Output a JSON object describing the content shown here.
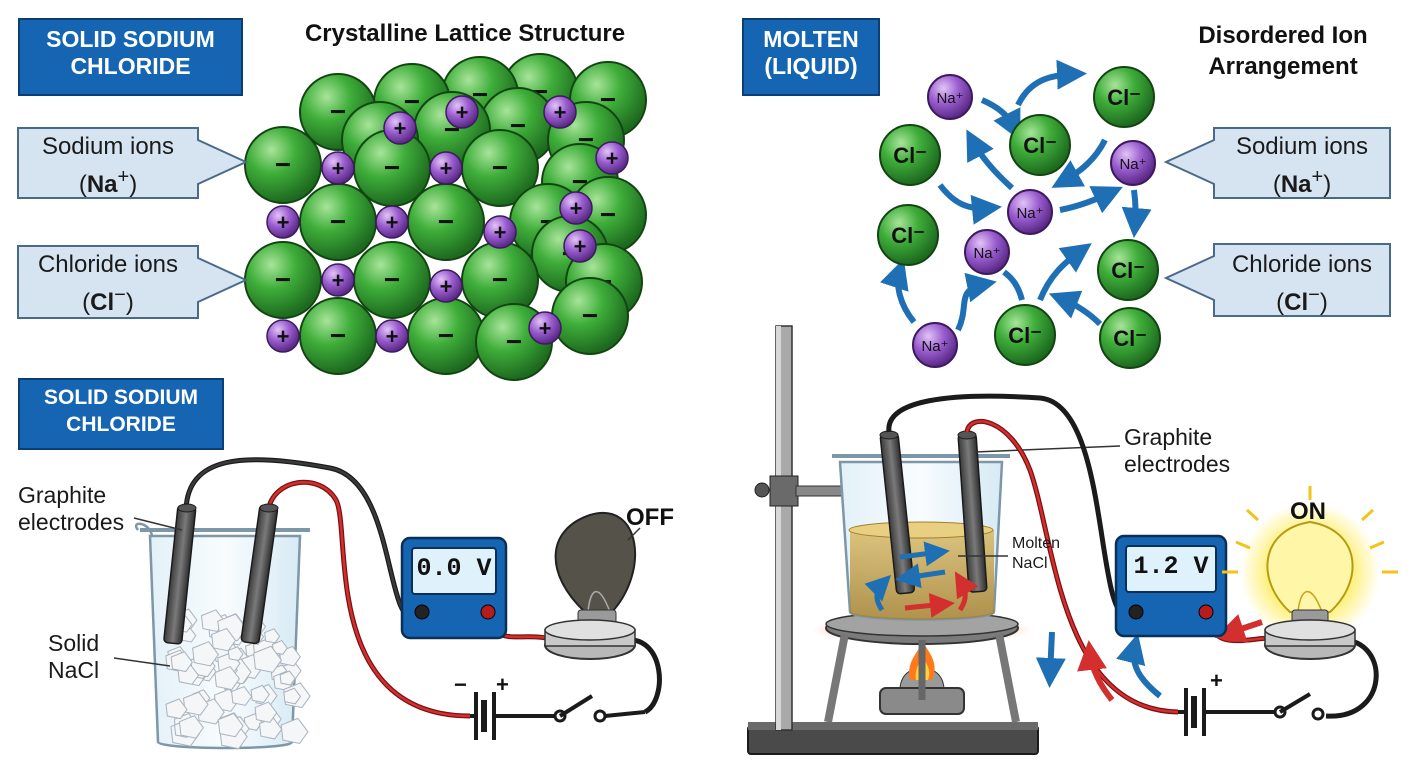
{
  "left": {
    "lattice_badge": [
      "SOLID SODIUM",
      "CHLORIDE"
    ],
    "lattice_title": "Crystalline Lattice Structure",
    "sodium_callout": {
      "label": "Sodium ions",
      "symbol": "Na",
      "charge": "+",
      "open": "(",
      "close": ")"
    },
    "chloride_callout": {
      "label": "Chloride ions",
      "symbol": "Cl",
      "charge": "−",
      "open": "(",
      "close": ")"
    },
    "cation_sign": "+",
    "anion_sign": "−",
    "circuit_badge": [
      "SOLID SODIUM",
      "CHLORIDE"
    ],
    "electrodes_label": [
      "Graphite",
      "electrodes"
    ],
    "sample_label": [
      "Solid",
      "NaCl"
    ],
    "meter_reading": "0.0 V",
    "bulb_status": "OFF",
    "battery_minus": "−",
    "battery_plus": "+"
  },
  "right": {
    "molten_badge": [
      "MOLTEN",
      "(LIQUID)"
    ],
    "molten_title": [
      "Disordered Ion",
      "Arrangement"
    ],
    "sodium_callout": {
      "label": "Sodium ions",
      "symbol": "Na",
      "charge": "+",
      "open": "(",
      "close": ")"
    },
    "chloride_callout": {
      "label": "Chloride ions",
      "symbol": "Cl",
      "charge": "−",
      "open": "(",
      "close": ")"
    },
    "na_ion": "Na⁺",
    "cl_ion": "Cl⁻",
    "electrodes_label": [
      "Graphite",
      "electrodes"
    ],
    "melt_label": [
      "Molten",
      "NaCl"
    ],
    "meter_reading": "1.2 V",
    "bulb_status": "ON",
    "battery_plus": "+"
  },
  "colors": {
    "badge": "#1565b3",
    "chloride": "#3aa53a",
    "sodium": "#8e4fc4",
    "flow_arrow": "#1f6fb5",
    "current_arrow": "#d32f2f",
    "callout_fill": "#d6e4f2"
  },
  "icons": [
    "lightbulb-icon",
    "voltmeter-icon",
    "battery-icon",
    "switch-icon",
    "burner-flame-icon",
    "beaker-icon",
    "ring-stand-icon"
  ]
}
